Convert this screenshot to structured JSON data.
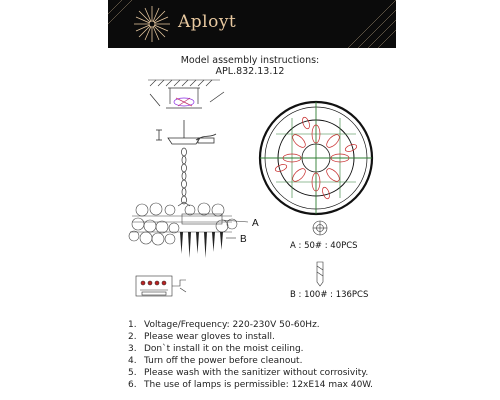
{
  "header": {
    "brand": "Aployt",
    "background": "#0b0b0b",
    "accent": "#e8c9a0",
    "icon": "sunburst-icon"
  },
  "document": {
    "title_line1": "Model assembly instructions:",
    "title_line2": "APL.832.13.12"
  },
  "diagram": {
    "side_label_a": "A",
    "side_label_b": "B",
    "parts": [
      {
        "label": "A : 50# : 40PCS",
        "icon": "round-crystal-icon"
      },
      {
        "label": "B : 100# : 136PCS",
        "icon": "prism-crystal-icon"
      }
    ]
  },
  "instructions": [
    {
      "num": "1.",
      "text": "Voltage/Frequency: 220-230V 50-60Hz."
    },
    {
      "num": "2.",
      "text": "Please wear gloves to install."
    },
    {
      "num": "3.",
      "text": "Don`t install it on the moist ceiling."
    },
    {
      "num": "4.",
      "text": "Turn off the power before cleanout."
    },
    {
      "num": "5.",
      "text": "Please wash with the sanitizer without corrosivity."
    },
    {
      "num": "6.",
      "text": "The use of lamps is permissible: 12xE14 max 40W."
    }
  ]
}
